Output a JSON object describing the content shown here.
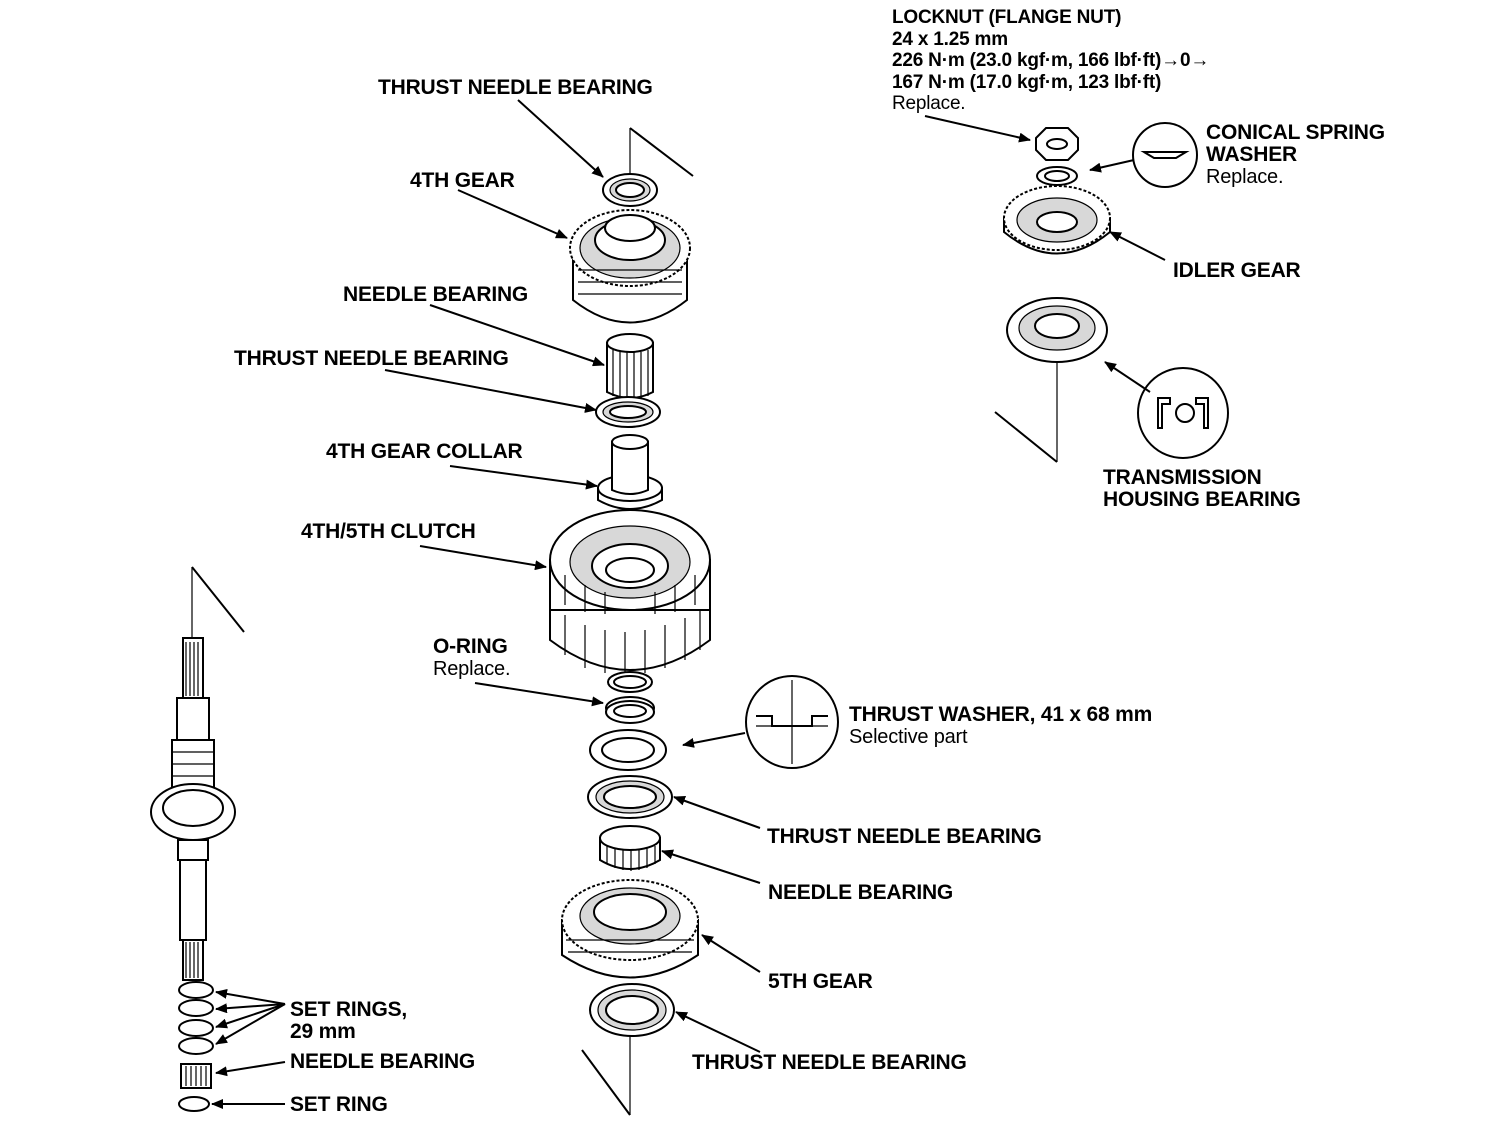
{
  "labels": {
    "thrust_needle_bearing_top": "THRUST NEEDLE BEARING",
    "fourth_gear": "4TH GEAR",
    "needle_bearing_upper": "NEEDLE BEARING",
    "thrust_needle_bearing_upper": "THRUST NEEDLE BEARING",
    "fourth_gear_collar": "4TH GEAR COLLAR",
    "clutch": "4TH/5TH CLUTCH",
    "o_ring": "O-RING",
    "o_ring_note": "Replace.",
    "thrust_washer": "THRUST WASHER, 41 x 68 mm",
    "thrust_washer_note": "Selective part",
    "thrust_needle_bearing_mid": "THRUST NEEDLE BEARING",
    "needle_bearing_mid": "NEEDLE BEARING",
    "fifth_gear": "5TH GEAR",
    "thrust_needle_bearing_bottom": "THRUST NEEDLE BEARING",
    "set_rings_line1": "SET RINGS,",
    "set_rings_line2": "29 mm",
    "needle_bearing_shaft": "NEEDLE BEARING",
    "set_ring": "SET RING",
    "locknut_line1": "LOCKNUT (FLANGE NUT)",
    "locknut_line2": "24 x 1.25 mm",
    "locknut_line3": "226 N·m (23.0 kgf·m, 166 lbf·ft)→0→",
    "locknut_line4": "167 N·m (17.0 kgf·m, 123 lbf·ft)",
    "locknut_note": "Replace.",
    "conical_line1": "CONICAL SPRING",
    "conical_line2": "WASHER",
    "conical_note": "Replace.",
    "idler_gear": "IDLER GEAR",
    "housing_bearing_line1": "TRANSMISSION",
    "housing_bearing_line2": "HOUSING BEARING"
  }
}
